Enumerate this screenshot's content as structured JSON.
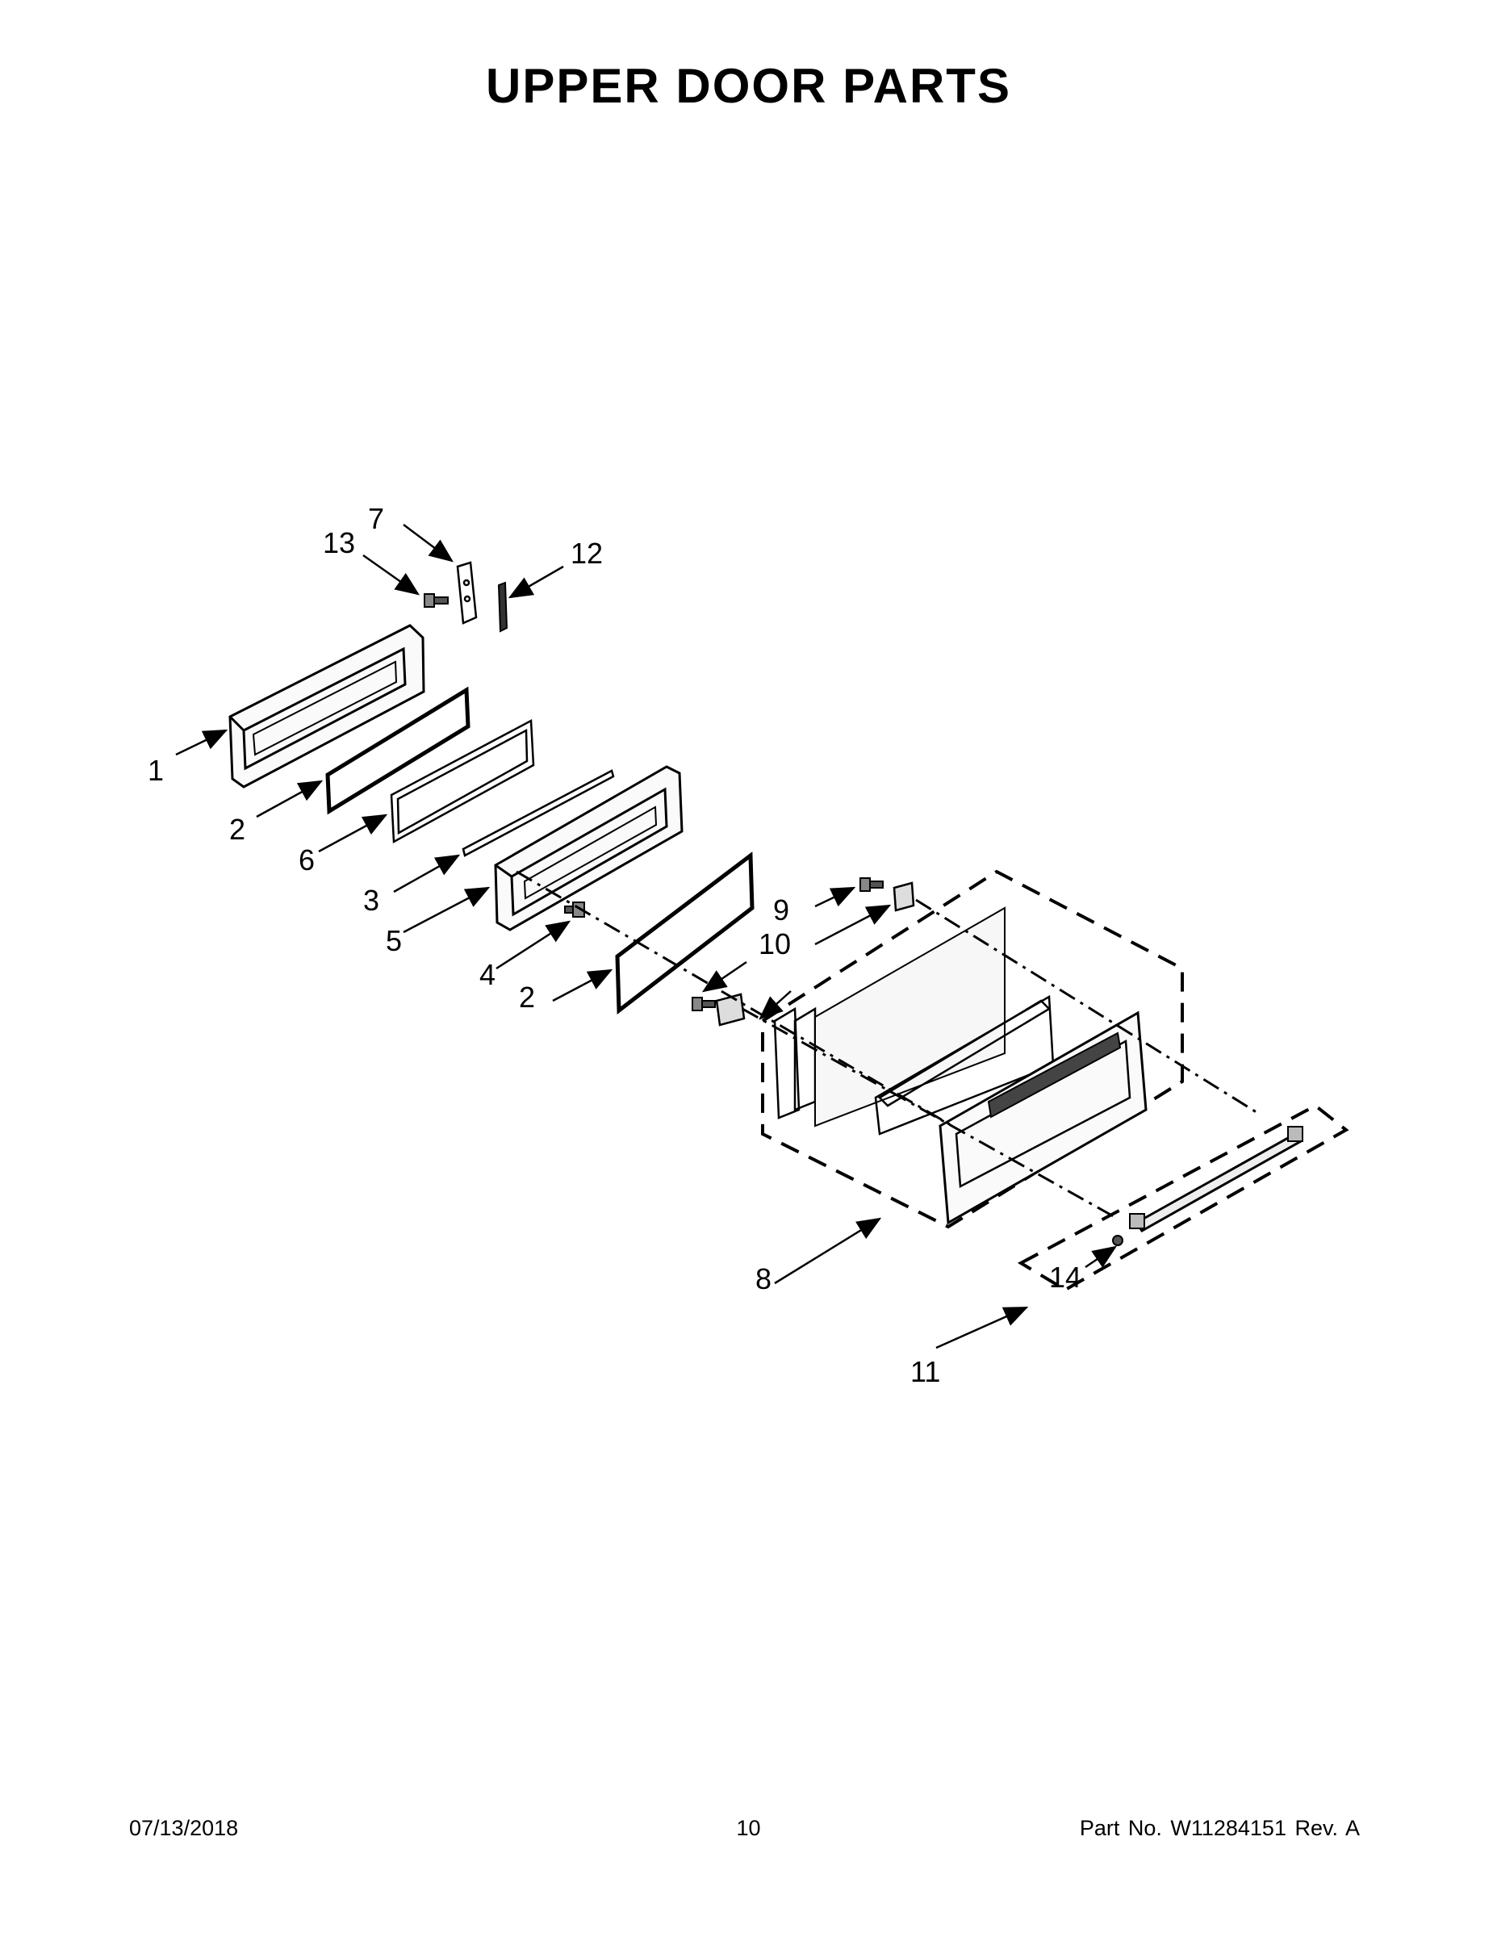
{
  "title": "UPPER DOOR PARTS",
  "callouts": {
    "c1": "1",
    "c2a": "2",
    "c2b": "2",
    "c3": "3",
    "c4": "4",
    "c5": "5",
    "c6": "6",
    "c7": "7",
    "c8": "8",
    "c9": "9",
    "c10": "10",
    "c11": "11",
    "c12": "12",
    "c13": "13",
    "c14": "14"
  },
  "footer": {
    "date": "07/13/2018",
    "page": "10",
    "part": "Part No.  W11284151  Rev.  A"
  }
}
